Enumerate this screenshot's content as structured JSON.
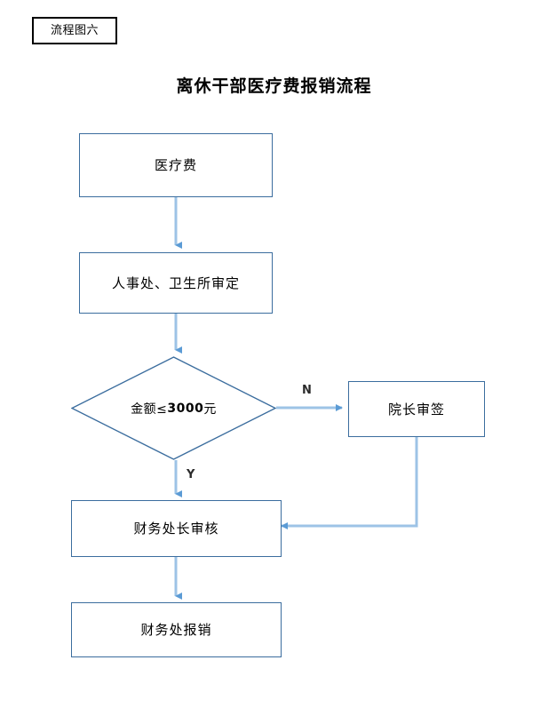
{
  "page": {
    "tag_label": "流程图六",
    "title": "离休干部医疗费报销流程",
    "background_color": "#ffffff"
  },
  "colors": {
    "node_border": "#3B6D9E",
    "connector": "#9DC3E6",
    "arrowhead": "#5B9BD5",
    "tag_border": "#000000",
    "text": "#000000"
  },
  "chart_data": {
    "type": "diagram",
    "title": "离休干部医疗费报销流程",
    "nodes": [
      {
        "id": "n1",
        "shape": "rectangle",
        "label": "医疗费"
      },
      {
        "id": "n2",
        "shape": "rectangle",
        "label": "人事处、卫生所审定"
      },
      {
        "id": "n3",
        "shape": "diamond",
        "label_prefix": "金额≤",
        "label_value": "3000",
        "label_suffix": "元",
        "label": "金额≤3000元"
      },
      {
        "id": "n4",
        "shape": "rectangle",
        "label": "院长审签"
      },
      {
        "id": "n5",
        "shape": "rectangle",
        "label": "财务处长审核"
      },
      {
        "id": "n6",
        "shape": "rectangle",
        "label": "财务处报销"
      }
    ],
    "edges": [
      {
        "from": "n1",
        "to": "n2",
        "label": ""
      },
      {
        "from": "n2",
        "to": "n3",
        "label": ""
      },
      {
        "from": "n3",
        "to": "n4",
        "label": "N"
      },
      {
        "from": "n3",
        "to": "n5",
        "label": "Y"
      },
      {
        "from": "n4",
        "to": "n5",
        "label": ""
      },
      {
        "from": "n5",
        "to": "n6",
        "label": ""
      }
    ],
    "branch_labels": {
      "no": "N",
      "yes": "Y"
    }
  }
}
